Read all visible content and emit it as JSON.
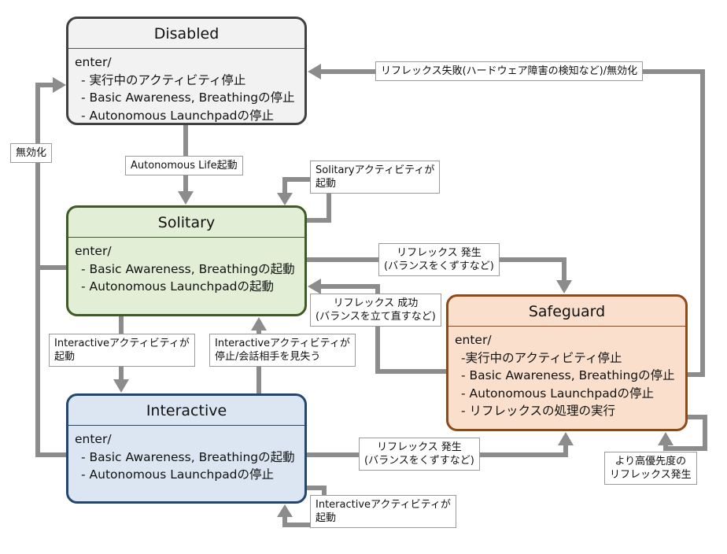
{
  "states": {
    "disabled": {
      "title": "Disabled",
      "lines": [
        "enter/",
        "- 実行中のアクティビティ停止",
        "- Basic Awareness, Breathingの停止",
        "- Autonomous Launchpadの停止"
      ]
    },
    "solitary": {
      "title": "Solitary",
      "lines": [
        "enter/",
        "- Basic Awareness, Breathingの起動",
        "- Autonomous Launchpadの起動"
      ]
    },
    "interactive": {
      "title": "Interactive",
      "lines": [
        "enter/",
        "- Basic Awareness, Breathingの起動",
        "- Autonomous Launchpadの停止"
      ]
    },
    "safeguard": {
      "title": "Safeguard",
      "lines": [
        "enter/",
        "-実行中のアクティビティ停止",
        "- Basic Awareness, Breathingの停止",
        "- Autonomous Launchpadの停止",
        "- リフレックスの処理の実行"
      ]
    }
  },
  "transitions": {
    "disable_left": "無効化",
    "reflex_fail_disable": "リフレックス失敗(ハードウェア障害の検知など)/無効化",
    "autonomous_life_start": "Autonomous  Life起動",
    "solitary_activity_start": [
      "Solitaryアクティビティが",
      "起動"
    ],
    "solitary_reflex": [
      "リフレックス 発生",
      "(バランスをくずすなど)"
    ],
    "reflex_success": [
      "リフレックス 成功",
      "(バランスを立て直すなど)"
    ],
    "interactive_activity_start_down": [
      "Interactiveアクティビティが",
      "起動"
    ],
    "interactive_stop_lost": [
      "Interactiveアクティビティが",
      "停止/会話相手を見失う"
    ],
    "interactive_reflex": [
      "リフレックス 発生",
      "(バランスをくずすなど)"
    ],
    "interactive_activity_start_self": [
      "Interactiveアクティビティが",
      "起動"
    ],
    "higher_priority_reflex": [
      "より高優先度の",
      "リフレックス発生"
    ]
  },
  "colors": {
    "connector": "#8c8c8c",
    "disabled_fill": "#f2f2f2",
    "solitary_fill": "#e2eed6",
    "interactive_fill": "#dbe6f2",
    "safeguard_fill": "#f9dfcc"
  }
}
